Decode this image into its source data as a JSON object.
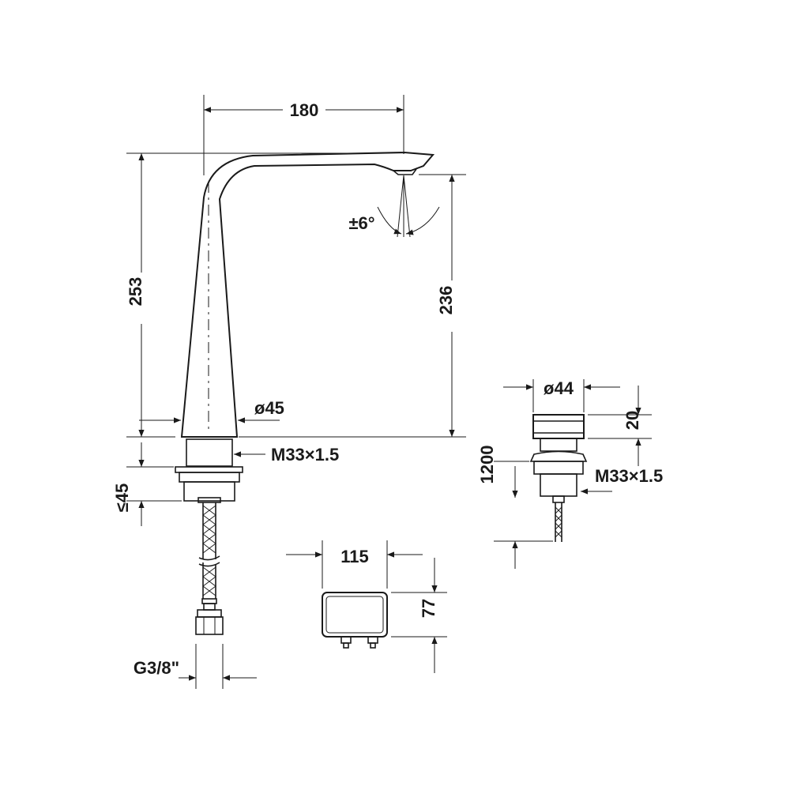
{
  "dimensions": {
    "spout_reach": "180",
    "total_height": "253",
    "spout_height": "236",
    "base_diameter": "ø45",
    "tilt_angle": "±6°",
    "base_thread": "M33×1.5",
    "max_deck_thickness": "≤45",
    "hose_connection": "G3/8\"",
    "control_box_width": "115",
    "control_box_height": "77",
    "sensor_diameter": "ø44",
    "sensor_height": "20",
    "sensor_thread": "M33×1.5",
    "cable_length": "1200"
  },
  "colors": {
    "ink": "#1a1a1a",
    "background": "#ffffff"
  }
}
